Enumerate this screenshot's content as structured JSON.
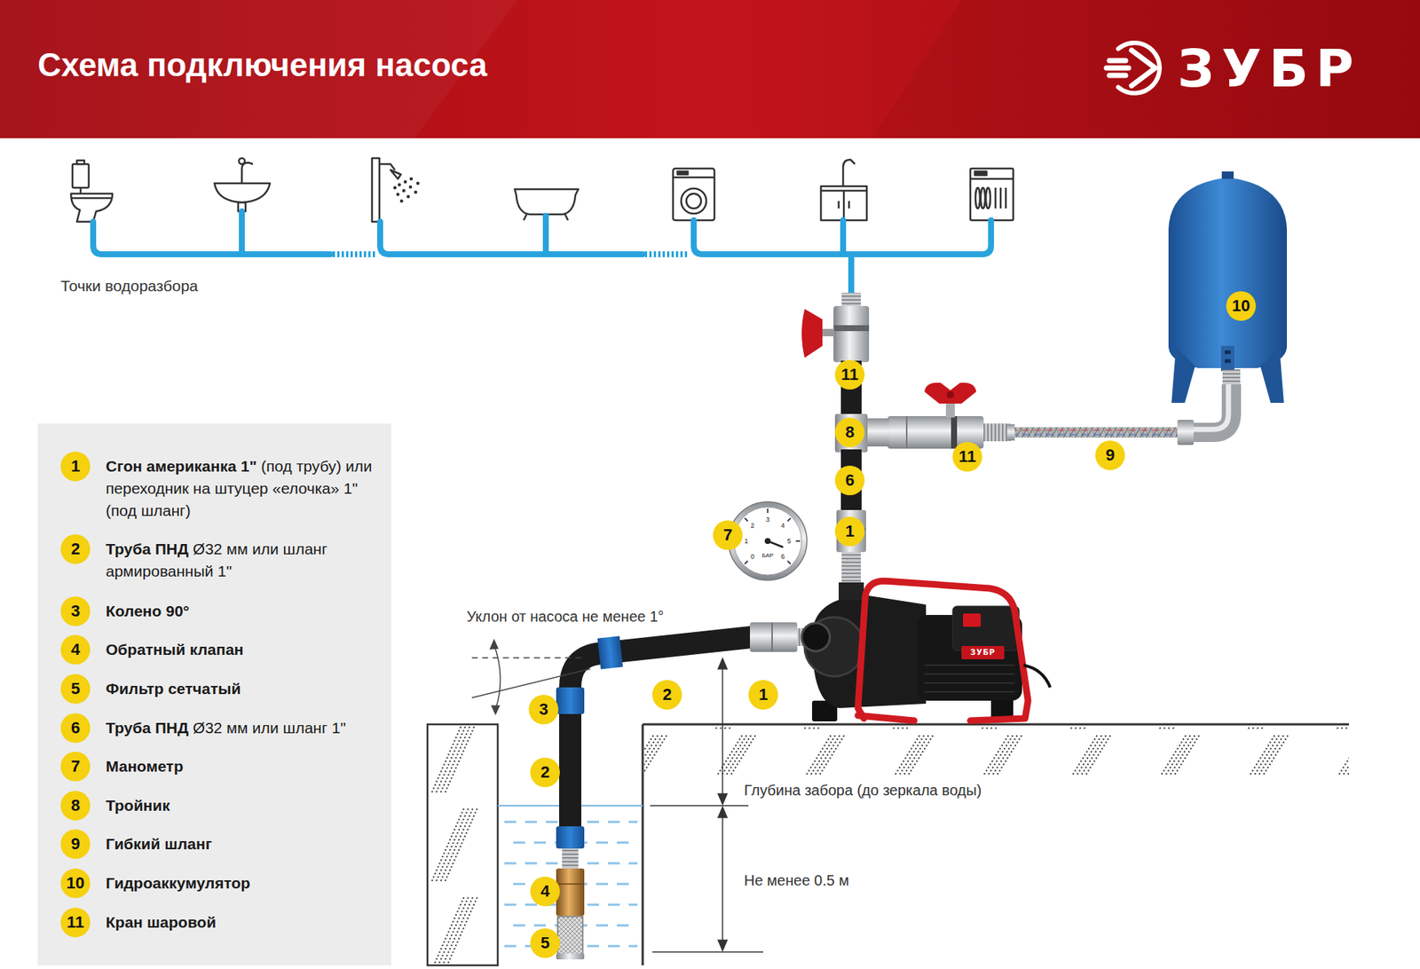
{
  "diagram": {
    "title": "Схема подключения насоса",
    "labels": [
      "ЗУБР",
      "Точки водоразбора",
      "10",
      "11",
      "8",
      "11",
      "9",
      "6",
      "7",
      "0",
      "1",
      "2",
      "3",
      "4",
      "5",
      "6",
      "БАР",
      "1",
      "Уклон от насоса не менее 1°",
      "ЗУБР",
      "2",
      "1",
      "3",
      "2",
      "Глубина забора (до зеркала воды)",
      "Не менее 0.5 м",
      "4",
      "5",
      "1",
      "2",
      "3",
      "4",
      "5",
      "6",
      "7",
      "8",
      "9",
      "10",
      "11"
    ],
    "legend": [
      {
        "text": "Сгон американка 1\" (под трубу) или переходник на штуцер «елочка» 1\" (под шланг)"
      },
      {
        "text": "Труба ПНД Ø32 мм или шланг армированный 1\""
      },
      {
        "text": "Колено 90°"
      },
      {
        "text": "Обратный клапан"
      },
      {
        "text": "Фильтр сетчатый"
      },
      {
        "text": "Труба ПНД Ø32 мм или шланг 1\""
      },
      {
        "text": "Манометр"
      },
      {
        "text": "Тройник"
      },
      {
        "text": "Гибкий шланг"
      },
      {
        "text": "Гидроаккумулятор"
      },
      {
        "text": "Кран шаровой"
      }
    ]
  }
}
